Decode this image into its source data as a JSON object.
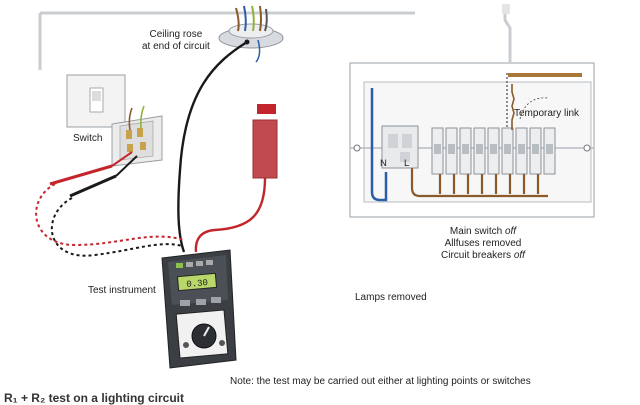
{
  "labels": {
    "ceiling_rose": "Ceiling rose",
    "ceiling_rose_2": "at end of circuit",
    "switch": "Switch",
    "temporary_link": "Temporary link",
    "neutral_terminal": "N",
    "line_terminal": "L",
    "test_instrument": "Test instrument",
    "lamps_removed": "Lamps removed",
    "main_switch": "Main switch",
    "main_switch_state": "off",
    "fuses_removed": "Allfuses removed",
    "breakers": "Circuit breakers",
    "breakers_state": "off",
    "note": "Note: the test may be carried out either at lighting points or switches",
    "caption_partial": "R₁ + R₂ test on a lighting circuit"
  },
  "meter": {
    "display": "0.30"
  },
  "colors": {
    "red_lead": "#c4242b",
    "black_lead": "#1a1a1a",
    "brown": "#8b5a2b",
    "blue": "#2a5ea8",
    "green_yellow": "#8fb33a",
    "meter_body": "#3b3f44",
    "panel_outline": "#9aa0a6"
  }
}
